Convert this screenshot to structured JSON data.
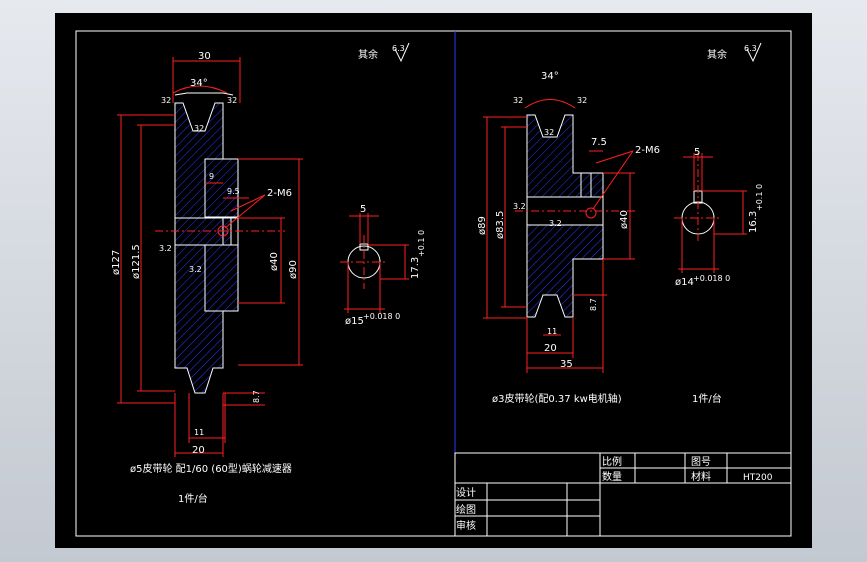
{
  "left_part": {
    "surface_note": "其余",
    "roughness_note": "6.3",
    "dims": {
      "width_top": "30",
      "angle": "34°",
      "groove_l": "32",
      "groove_r": "32",
      "groove_inner": "32",
      "dia_outer": "ø127",
      "dia_pitch": "ø121.5",
      "hub_gap": "9",
      "hub_step": "9.5",
      "thread": "2-M6",
      "bore_rough": "3.2",
      "bore_rough2": "3.2",
      "dia_bore": "ø40",
      "dia_hub": "ø90",
      "groove_depth": "8.7",
      "groove_bottom": "11",
      "width_bottom": "20"
    },
    "keyway": {
      "width": "5",
      "depth": "17.3",
      "depth_tol": "+0.1 0",
      "dia": "ø15",
      "dia_tol": "+0.018 0"
    },
    "caption": "ø5皮带轮 配1/60 (60型)蜗轮减速器",
    "quantity": "1件/台"
  },
  "right_part": {
    "surface_note": "其余",
    "roughness_note": "6.3",
    "dims": {
      "angle": "34°",
      "groove_l": "32",
      "groove_r": "32",
      "groove_inner": "32",
      "hub_step": "7.5",
      "thread": "2-M6",
      "dia_outer": "ø89",
      "dia_pitch": "ø83.5",
      "bore_rough": "3.2",
      "bore_rough2": "3.2",
      "dia_bore": "ø40",
      "groove_depth": "8.7",
      "groove_bottom": "11",
      "width_a": "20",
      "width_b": "35"
    },
    "keyway": {
      "width": "5",
      "depth": "16.3",
      "depth_tol": "+0.1 0",
      "dia": "ø14",
      "dia_tol": "+0.018 0"
    },
    "caption": "ø3皮带轮(配0.37 kw电机轴)",
    "quantity": "1件/台"
  },
  "title_block": {
    "scale_label": "比例",
    "qty_label": "数量",
    "drawing_no_label": "图号",
    "material_label": "材料",
    "material_value": "HT200",
    "design_label": "设计",
    "draw_label": "绘图",
    "check_label": "审核"
  },
  "colors": {
    "background": "#000000",
    "outline": "#ffffff",
    "dimension": "#ff2020",
    "hatch": "#2a38ff"
  }
}
